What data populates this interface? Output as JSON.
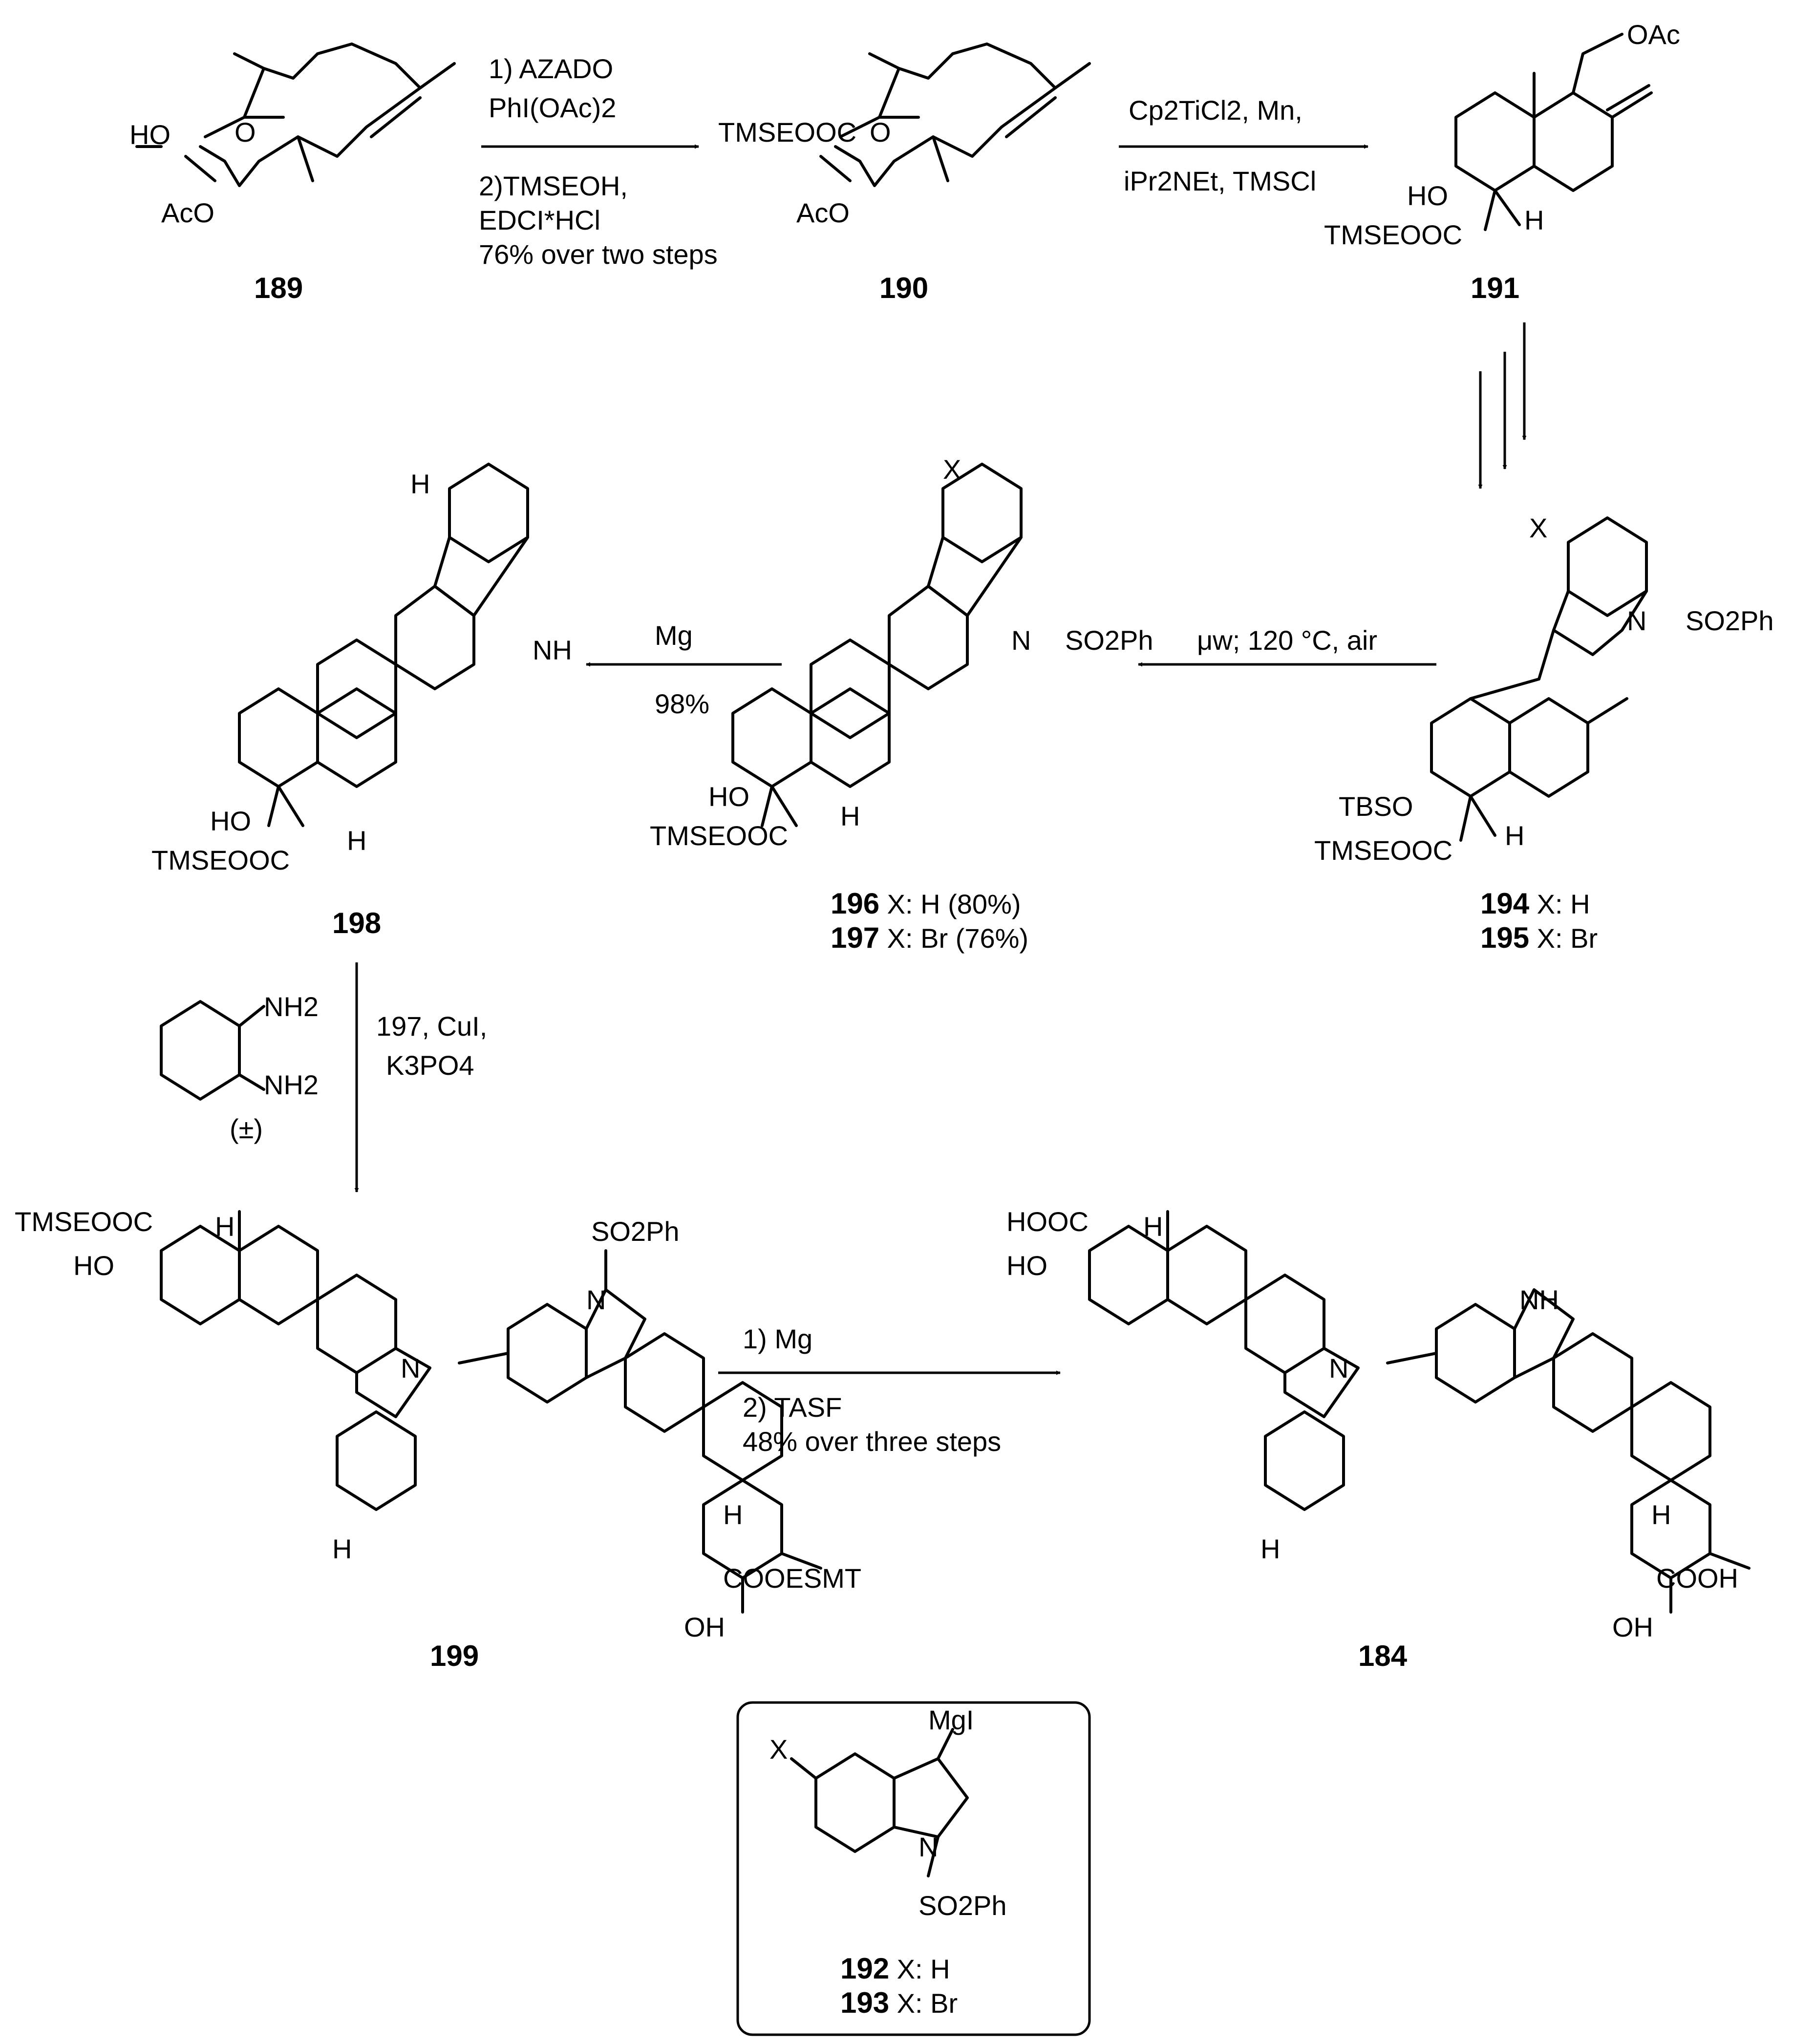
{
  "compounds": {
    "c189": {
      "id": "189",
      "groups": [
        "HO",
        "O",
        "AcO"
      ]
    },
    "c190": {
      "id": "190",
      "groups": [
        "TMSEOOC",
        "O",
        "AcO"
      ]
    },
    "c191": {
      "id": "191",
      "groups": [
        "OAc",
        "HO",
        "TMSEOOC",
        "H"
      ]
    },
    "c194_195": {
      "line1_id": "194",
      "line1_rest": " X: H",
      "line2_id": "195",
      "line2_rest": " X: Br",
      "groups": [
        "X",
        "N",
        "SO2Ph",
        "TBSO",
        "TMSEOOC",
        "H"
      ]
    },
    "c196_197": {
      "line1_id": "196",
      "line1_rest": " X: H  (80%)",
      "line2_id": "197",
      "line2_rest": " X: Br (76%)",
      "groups": [
        "X",
        "N",
        "SO2Ph",
        "HO",
        "TMSEOOC",
        "H"
      ]
    },
    "c198": {
      "id": "198",
      "groups": [
        "H",
        "NH",
        "HO",
        "TMSEOOC",
        "H"
      ]
    },
    "c199": {
      "id": "199",
      "groups": [
        "TMSEOOC",
        "H",
        "HO",
        "N",
        "SO2Ph",
        "N",
        "H",
        "H",
        "COOESMT",
        "OH"
      ]
    },
    "c184": {
      "id": "184",
      "groups": [
        "HOOC",
        "H",
        "HO",
        "N",
        "NH",
        "H",
        "H",
        "COOH",
        "OH"
      ]
    },
    "c192_193": {
      "line1_id": "192",
      "line1_rest": " X: H",
      "line2_id": "193",
      "line2_rest": " X: Br",
      "groups": [
        "MgI",
        "X",
        "N",
        "SO2Ph"
      ]
    }
  },
  "reactions": {
    "r1": {
      "lines": [
        "1) AZADO",
        "PhI(OAc)2",
        "2)TMSEOH,",
        "EDCI*HCl",
        "76% over two steps"
      ]
    },
    "r2": {
      "lines": [
        "Cp2TiCl2, Mn,",
        "iPr2NEt, TMSCl"
      ]
    },
    "r3": {
      "lines": [
        "μw; 120 °C, air"
      ]
    },
    "r4": {
      "lines": [
        "Mg",
        "98%"
      ]
    },
    "r5": {
      "lines": [
        "197, CuI,",
        "K3PO4"
      ],
      "ligand_groups": [
        "NH2",
        "NH2"
      ],
      "ligand_note": "(±)"
    },
    "r6": {
      "lines": [
        "1) Mg",
        "2) TASF",
        "48% over three steps"
      ]
    }
  }
}
